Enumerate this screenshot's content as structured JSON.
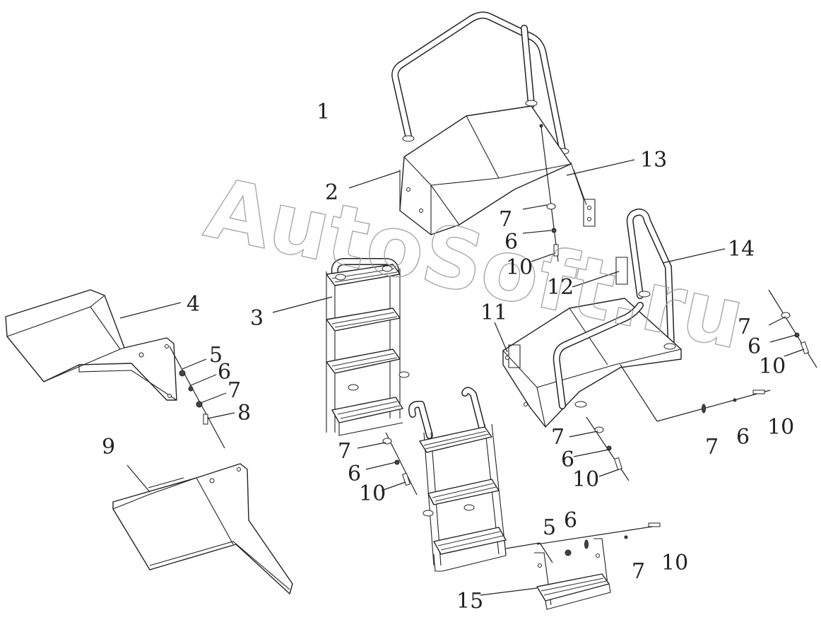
{
  "watermark": "AutoSoft.ru",
  "callouts": {
    "c1": "1",
    "c2": "2",
    "c3": "3",
    "c4": "4",
    "c5a": "5",
    "c6a": "6",
    "c7a": "7",
    "c8": "8",
    "c9": "9",
    "c13": "13",
    "c7b": "7",
    "c6b": "6",
    "c10b": "10",
    "c14": "14",
    "c12": "12",
    "c11": "11",
    "c7c": "7",
    "c6c": "6",
    "c10c": "10",
    "c7d": "7",
    "c6d": "6",
    "c10d": "10",
    "c7e": "7",
    "c6e": "6",
    "c10e": "10",
    "c7f": "7",
    "c6f": "6",
    "c10f": "10",
    "c5g": "5",
    "c6g": "6",
    "c7g": "7",
    "c10g": "10",
    "c15": "15"
  },
  "parts": [
    {
      "id": "1",
      "icon": "handrail-icon"
    },
    {
      "id": "2",
      "icon": "step-platform-icon"
    },
    {
      "id": "3",
      "icon": "ladder-icon"
    },
    {
      "id": "4",
      "icon": "fender-left-icon"
    },
    {
      "id": "9",
      "icon": "fender-right-icon"
    },
    {
      "id": "14",
      "icon": "step-assembly-icon"
    },
    {
      "id": "15",
      "icon": "small-step-icon"
    }
  ]
}
